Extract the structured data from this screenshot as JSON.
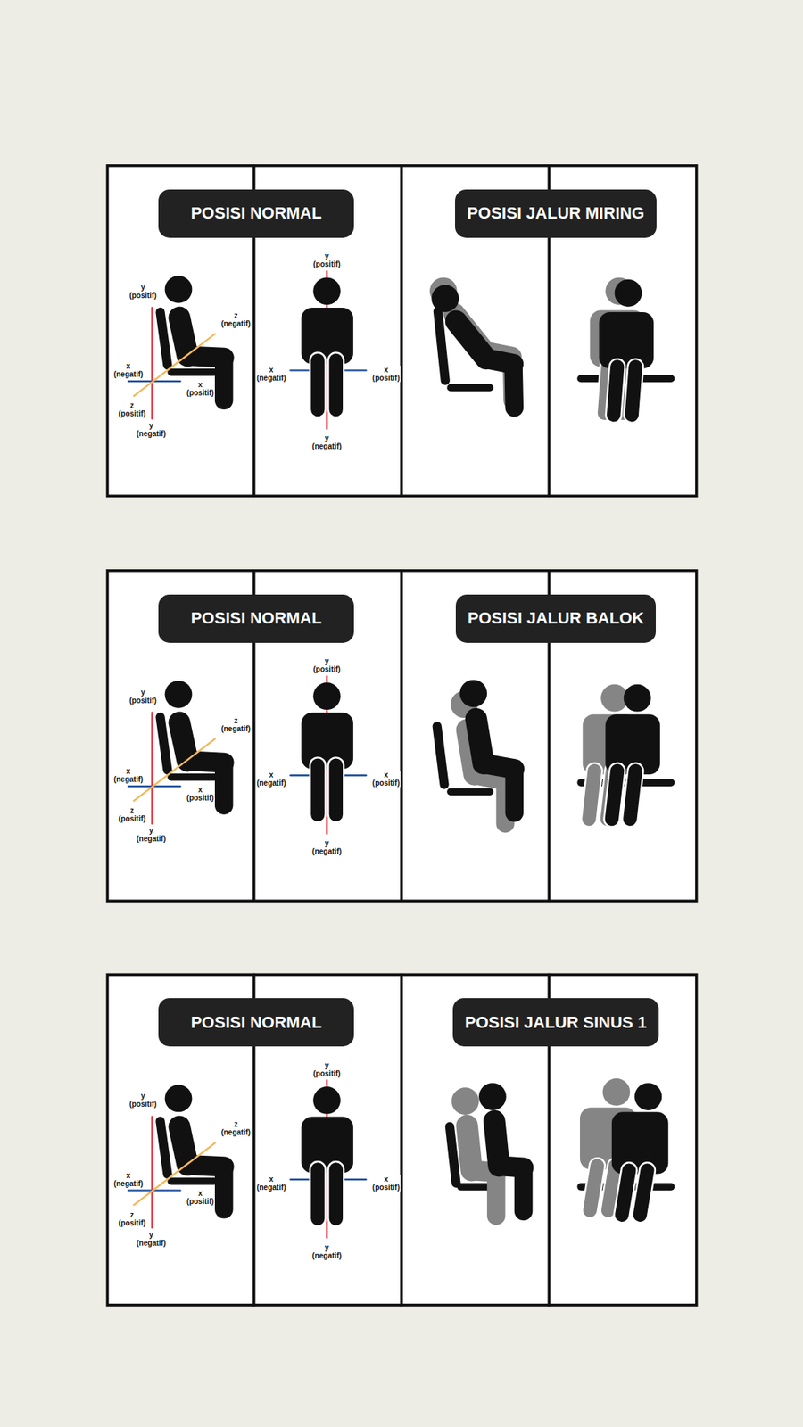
{
  "diagram": {
    "nodes": [
      {
        "text": [
          "POSISI NORMAL"
        ]
      },
      {
        "text": [
          "POSISI JALUR MIRING"
        ]
      },
      {
        "text": [
          "POSISI NORMAL"
        ]
      },
      {
        "text": [
          "POSISI JALUR BALOK"
        ]
      },
      {
        "text": [
          "POSISI NORMAL"
        ]
      },
      {
        "text": [
          "POSISI JALUR SINUS 1"
        ]
      }
    ],
    "labels": [
      "y (positif)",
      "z (negatif)",
      "x (negatif)",
      "x (positif)",
      "z (positif)",
      "y (negatif)",
      "y (positif)",
      "x (negatif)",
      "x (positif)",
      "y (negatif)",
      "y (positif)",
      "z (negatif)",
      "x (negatif)",
      "x (positif)",
      "z (positif)",
      "y (negatif)",
      "y (positif)",
      "x (negatif)",
      "x (positif)",
      "y (negatif)",
      "y (positif)",
      "z (negatif)",
      "x (negatif)",
      "x (positif)",
      "z (positif)",
      "y (negatif)",
      "y (positif)",
      "x (negatif)",
      "x (positif)",
      "y (negatif)"
    ]
  }
}
